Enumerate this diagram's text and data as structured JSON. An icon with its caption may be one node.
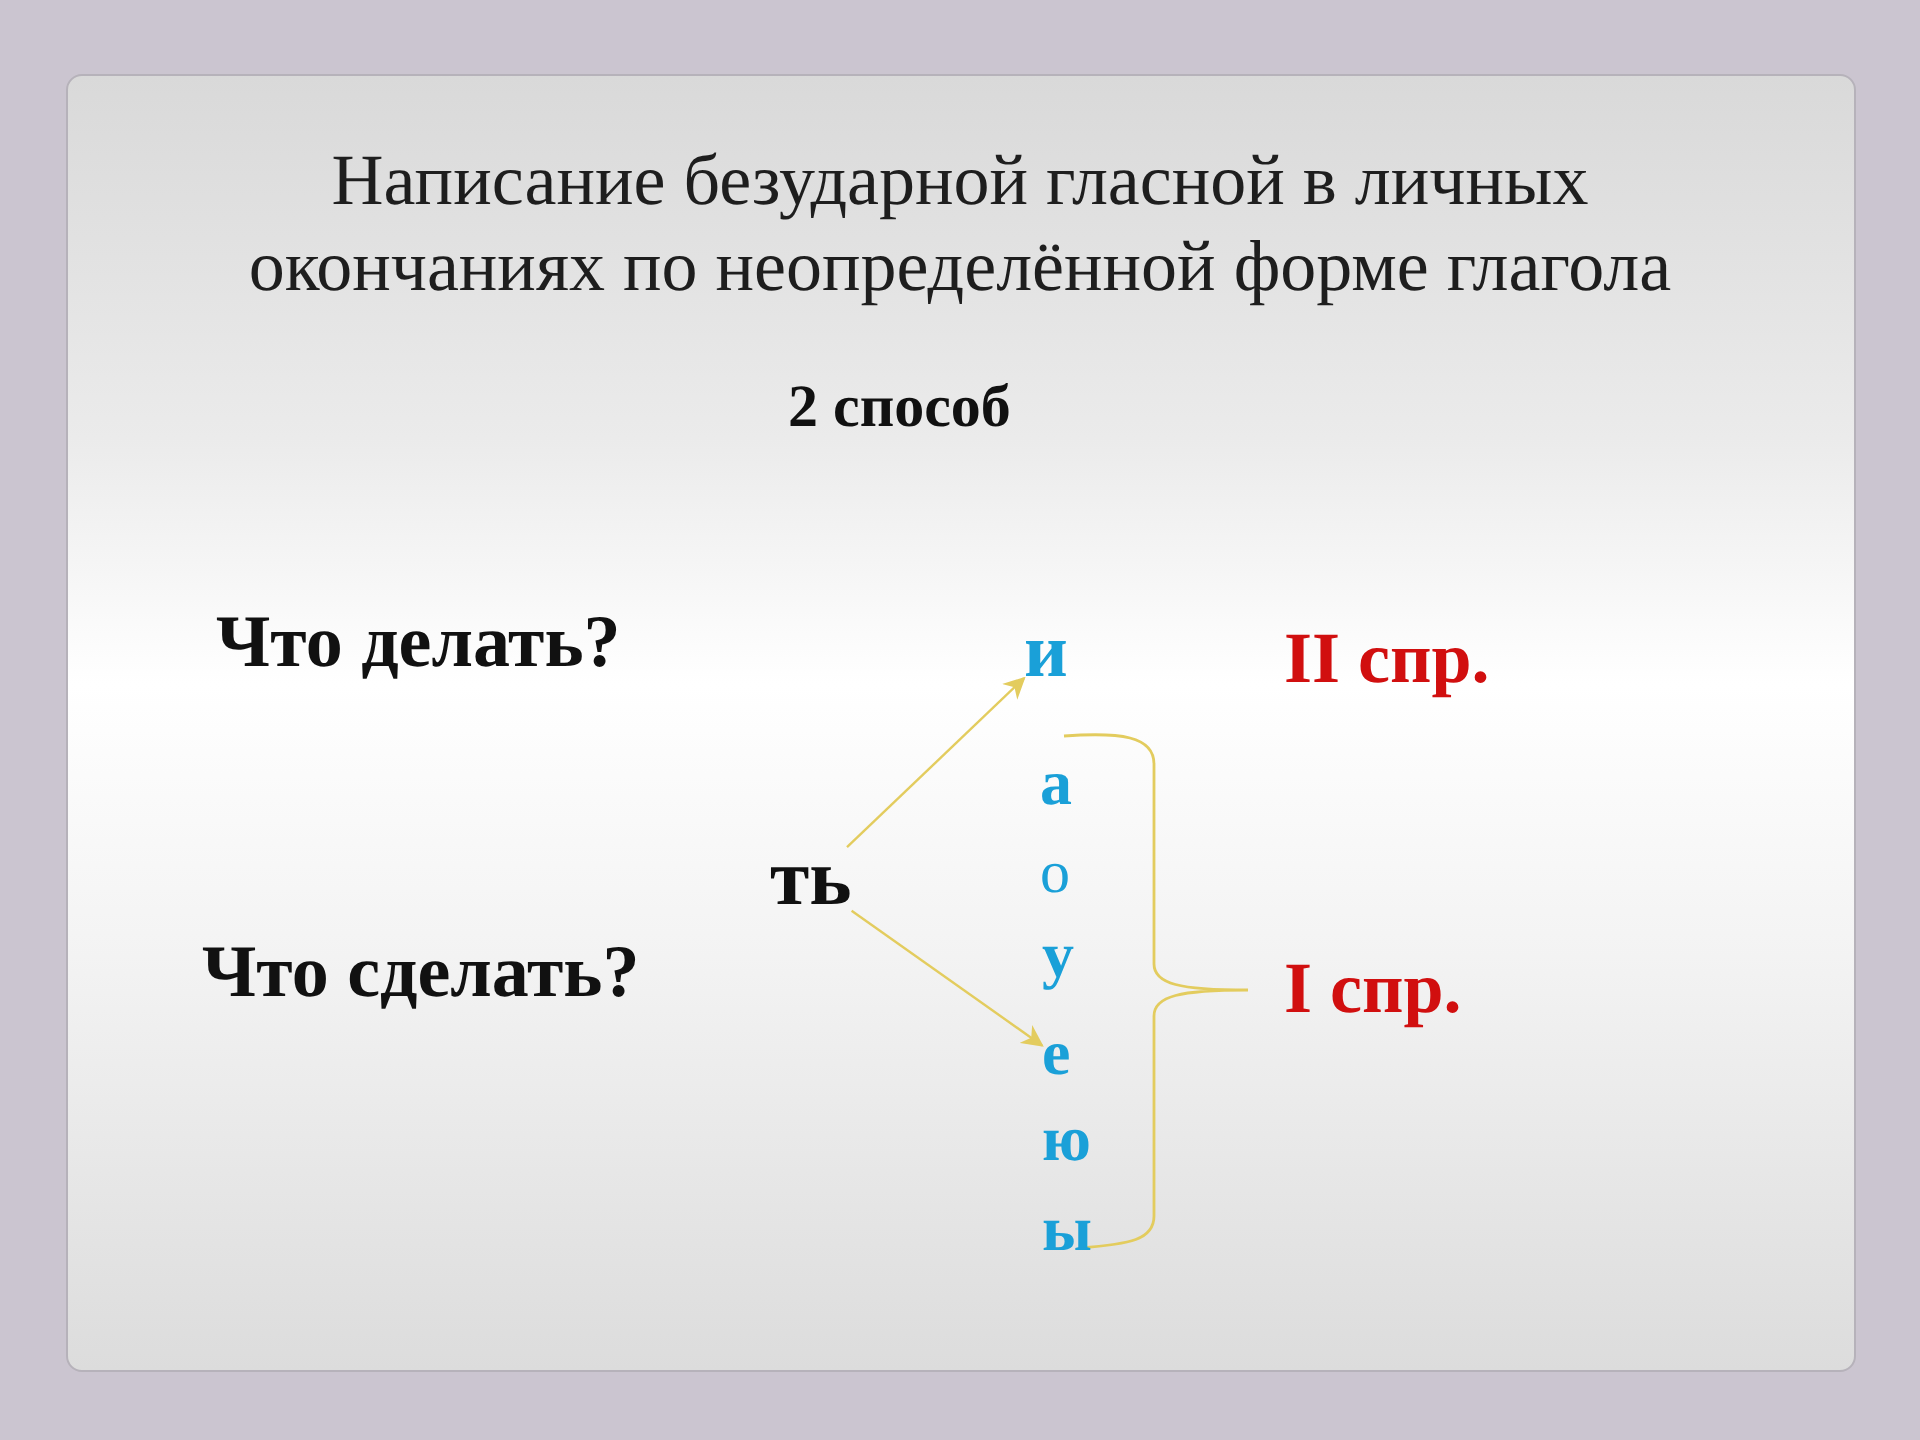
{
  "diagram": {
    "title": "Написание безударной гласной в личных окончаниях по неопределённой форме глагола",
    "nodes": [
      {
        "text": [
          "ть"
        ]
      },
      {
        "text": [
          "и"
        ]
      },
      {
        "text": [
          "е"
        ]
      }
    ],
    "edges": [
      {
        "from": 0,
        "to": 1,
        "arrow": "to"
      },
      {
        "from": 0,
        "to": 2,
        "arrow": "to"
      }
    ],
    "labels": [
      "2 способ",
      "Что делать?",
      "Что сделать?",
      "а",
      "о",
      "у",
      "ю",
      "ы",
      "II спр.",
      "I спр."
    ]
  }
}
